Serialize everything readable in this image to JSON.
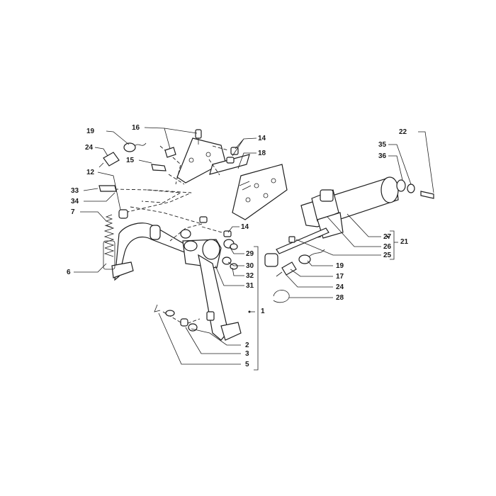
{
  "callouts": {
    "c1": "1",
    "c2": "2",
    "c3": "3",
    "c5": "5",
    "c6": "6",
    "c7": "7",
    "c12": "12",
    "c14a": "14",
    "c14b": "14",
    "c15": "15",
    "c16": "16",
    "c17": "17",
    "c18": "18",
    "c19a": "19",
    "c19b": "19",
    "c21": "21",
    "c22": "22",
    "c24a": "24",
    "c24b": "24",
    "c25": "25",
    "c26": "26",
    "c27": "27",
    "c28": "28",
    "c29": "29",
    "c30": "30",
    "c31": "31",
    "c32": "32",
    "c33": "33",
    "c34": "34",
    "c35": "35",
    "c36": "36"
  }
}
